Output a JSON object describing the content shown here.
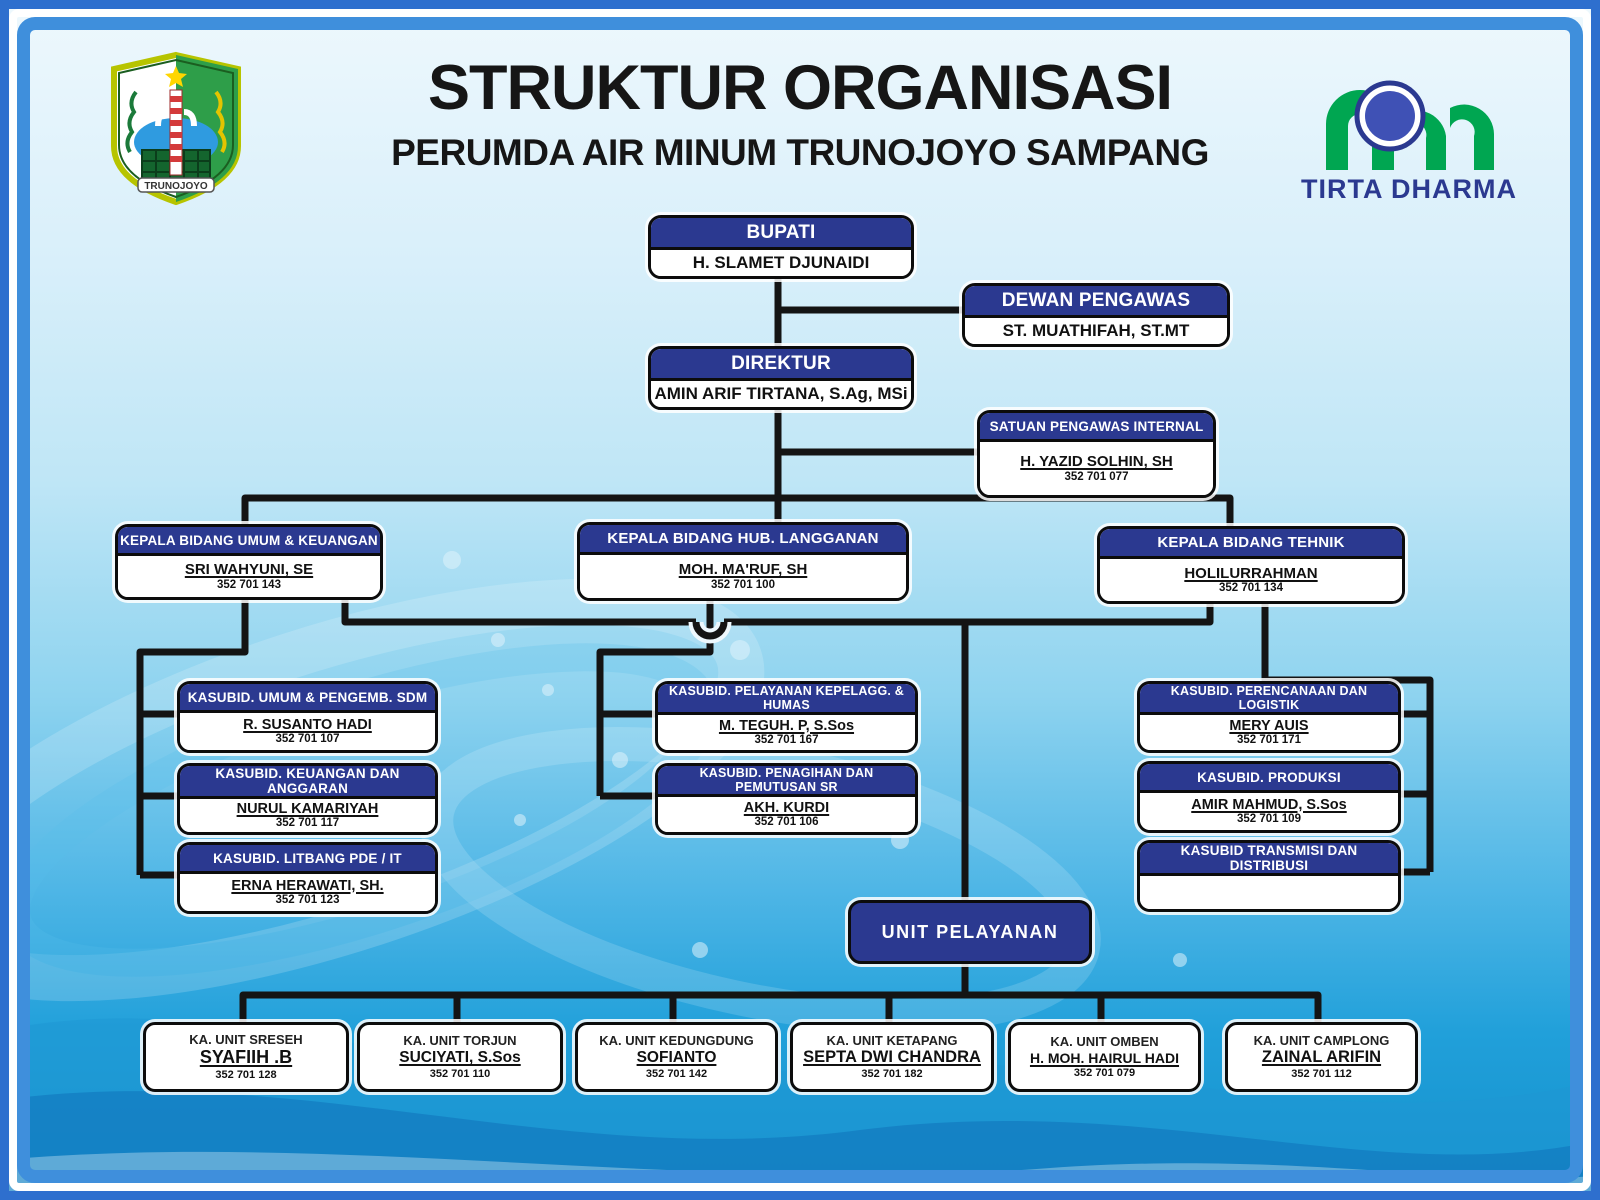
{
  "header": {
    "title_line1": "STRUKTUR ORGANISASI",
    "title_line2": "PERUMDA AIR MINUM TRUNOJOYO SAMPANG",
    "left_logo_banner": "TRUNOJOYO",
    "right_logo_label": "TIRTA DHARMA"
  },
  "colors": {
    "node_header_blue": "#2b3990",
    "connector_black": "#141414",
    "frame_blue": "#3f8fdc",
    "background_top": "#eef8fd",
    "background_bottom": "#1390cc"
  },
  "org": {
    "bupati": {
      "title": "BUPATI",
      "name": "H. SLAMET DJUNAIDI"
    },
    "dewan_pengawas": {
      "title": "DEWAN PENGAWAS",
      "name": "ST. MUATHIFAH, ST.MT"
    },
    "direktur": {
      "title": "DIREKTUR",
      "name": "AMIN ARIF TIRTANA, S.Ag, MSi"
    },
    "satuan_pengawas_internal": {
      "title": "SATUAN PENGAWAS INTERNAL",
      "name": "H. YAZID SOLHIN, SH",
      "phone": "352 701 077"
    },
    "bidang": [
      {
        "title": "KEPALA BIDANG UMUM & KEUANGAN",
        "name": "SRI WAHYUNI, SE",
        "phone": "352 701 143"
      },
      {
        "title": "KEPALA BIDANG HUB. LANGGANAN",
        "name": "MOH. MA'RUF, SH",
        "phone": "352 701 100"
      },
      {
        "title": "KEPALA BIDANG TEHNIK",
        "name": "HOLILURRAHMAN",
        "phone": "352 701 134"
      }
    ],
    "kasubid_umum_keuangan": [
      {
        "title": "KASUBID. UMUM & PENGEMB. SDM",
        "name": "R. SUSANTO HADI",
        "phone": "352 701 107"
      },
      {
        "title": "KASUBID. KEUANGAN DAN ANGGARAN",
        "name": "NURUL KAMARIYAH",
        "phone": "352 701 117"
      },
      {
        "title": "KASUBID. LITBANG PDE / IT",
        "name": "ERNA HERAWATI, SH.",
        "phone": "352 701 123"
      }
    ],
    "kasubid_hub_langganan": [
      {
        "title": "KASUBID. PELAYANAN KEPELAGG. & HUMAS",
        "name": "M. TEGUH. P, S.Sos",
        "phone": "352 701 167"
      },
      {
        "title": "KASUBID. PENAGIHAN DAN PEMUTUSAN SR",
        "name": "AKH. KURDI",
        "phone": "352 701 106"
      }
    ],
    "kasubid_tehnik": [
      {
        "title": "KASUBID. PERENCANAAN DAN LOGISTIK",
        "name": "MERY AUIS",
        "phone": "352 701 171"
      },
      {
        "title": "KASUBID. PRODUKSI",
        "name": "AMIR MAHMUD, S.Sos",
        "phone": "352 701 109"
      },
      {
        "title": "KASUBID TRANSMISI DAN DISTRIBUSI",
        "name": "",
        "phone": ""
      }
    ],
    "unit_pelayanan": {
      "title": "UNIT PELAYANAN"
    },
    "unit_heads": [
      {
        "title": "KA. UNIT SRESEH",
        "name": "SYAFIIH .B",
        "phone": "352 701 128"
      },
      {
        "title": "KA. UNIT TORJUN",
        "name": "SUCIYATI, S.Sos",
        "phone": "352 701 110"
      },
      {
        "title": "KA. UNIT KEDUNGDUNG",
        "name": "SOFIANTO",
        "phone": "352 701 142"
      },
      {
        "title": "KA. UNIT KETAPANG",
        "name": "SEPTA DWI CHANDRA",
        "phone": "352 701 182"
      },
      {
        "title": "KA. UNIT OMBEN",
        "name": "H. MOH. HAIRUL HADI",
        "phone": "352 701 079"
      },
      {
        "title": "KA. UNIT CAMPLONG",
        "name": "ZAINAL ARIFIN",
        "phone": "352 701 112"
      }
    ]
  }
}
